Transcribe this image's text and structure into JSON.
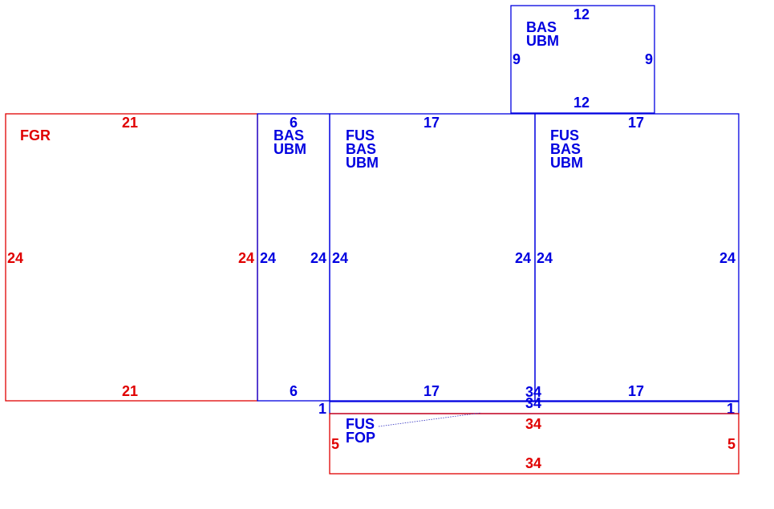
{
  "colors": {
    "blue": "#0000e0",
    "red": "#e00000"
  },
  "panels": {
    "top": {
      "codes": [
        "BAS",
        "UBM"
      ],
      "dims": {
        "top": "12",
        "bottom": "12",
        "left": "9",
        "right": "9"
      }
    },
    "fgr": {
      "codes": [
        "FGR"
      ],
      "dims": {
        "top": "21",
        "bottom": "21",
        "left": "24",
        "right": "24"
      }
    },
    "narrow": {
      "codes": [
        "BAS",
        "UBM"
      ],
      "dims": {
        "top": "6",
        "bottom": "6",
        "left": "24",
        "right": "24"
      }
    },
    "center": {
      "codes": [
        "FUS",
        "BAS",
        "UBM"
      ],
      "dims": {
        "top": "17",
        "bottom": "17",
        "left": "24",
        "right": "24"
      }
    },
    "right": {
      "codes": [
        "FUS",
        "BAS",
        "UBM"
      ],
      "dims": {
        "top": "17",
        "bottom": "17",
        "left": "24",
        "right": "24"
      }
    },
    "strip": {
      "dims": {
        "top": "34",
        "bottom": "34",
        "left": "1",
        "right": "1"
      }
    },
    "fop": {
      "codes": [
        "FUS",
        "FOP"
      ],
      "dims": {
        "top": "34",
        "bottom": "34",
        "left": "5",
        "right": "5"
      }
    }
  }
}
